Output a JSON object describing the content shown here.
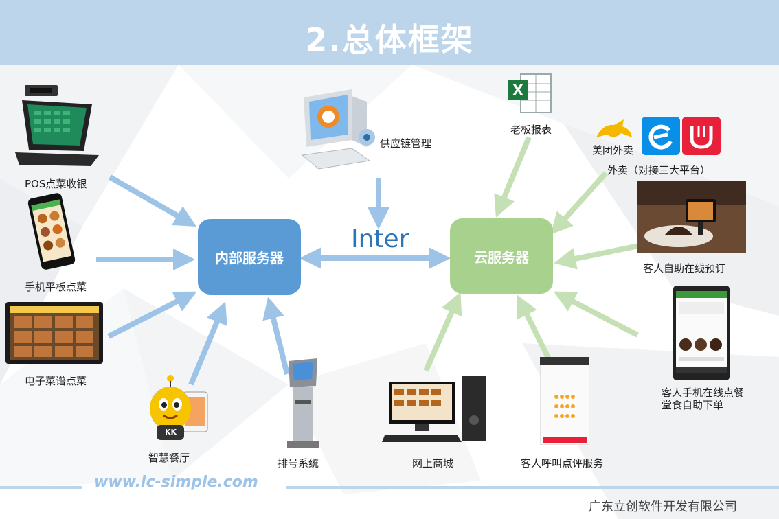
{
  "header": {
    "title": "2.总体框架"
  },
  "servers": {
    "internal": "内部服务器",
    "cloud": "云服务器",
    "link": "Inter"
  },
  "nodes": {
    "pos": "POS点菜收银",
    "mobile": "手机平板点菜",
    "emenu": "电子菜谱点菜",
    "smart": "智慧餐厅",
    "queue": "排号系统",
    "supply": "供应链管理",
    "boss": "老板报表",
    "meituan": "美团外卖",
    "takeaway": "外卖（对接三大平台）",
    "selforder": "客人自助在线预订",
    "mobileorder_1": "客人手机在线点餐",
    "mobileorder_2": "堂食自助下单",
    "mall": "网上商城",
    "call": "客人呼叫点评服务",
    "kk_badge": "KK"
  },
  "footer": {
    "url": "www.lc-simple.com",
    "company": "广东立创软件开发有限公司"
  },
  "colors": {
    "blue": "#5b9bd5",
    "green": "#a9d18e",
    "arrow_blue": "#9dc3e6",
    "arrow_green": "#c5e0b4",
    "header": "#bcd5ea"
  }
}
